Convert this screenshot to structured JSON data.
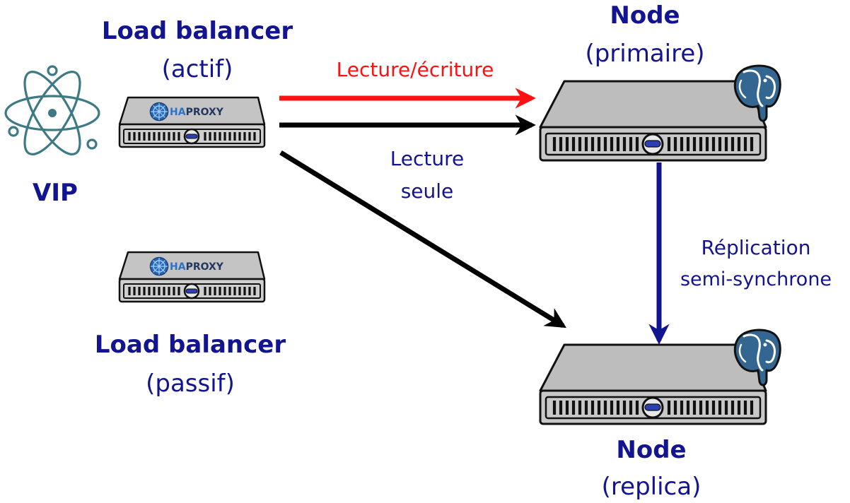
{
  "colors": {
    "navy": "#13148f",
    "red": "#ff1111",
    "black": "#000000",
    "teal": "#3d7a84",
    "server_top": "#bdbdbd",
    "server_front": "#c8c8c8",
    "pg_blue": "#336791"
  },
  "vip": {
    "label": "VIP",
    "icon": "atom-icon"
  },
  "lb_active": {
    "title": "Load balancer",
    "state": "(actif)",
    "brand_ha": "HA",
    "brand_proxy": "PROXY",
    "icon": "haproxy-logo-icon"
  },
  "lb_passive": {
    "title": "Load balancer",
    "state": "(passif)",
    "brand_ha": "HA",
    "brand_proxy": "PROXY",
    "icon": "haproxy-logo-icon"
  },
  "node_primary": {
    "title": "Node",
    "role": "(primaire)",
    "icon": "postgresql-elephant-icon"
  },
  "node_replica": {
    "title": "Node",
    "role": "(replica)",
    "icon": "postgresql-elephant-icon"
  },
  "edges": {
    "read_write": "Lecture/écriture",
    "read_only_line1": "Lecture",
    "read_only_line2": "seule",
    "replication_line1": "Réplication",
    "replication_line2": "semi-synchrone"
  }
}
